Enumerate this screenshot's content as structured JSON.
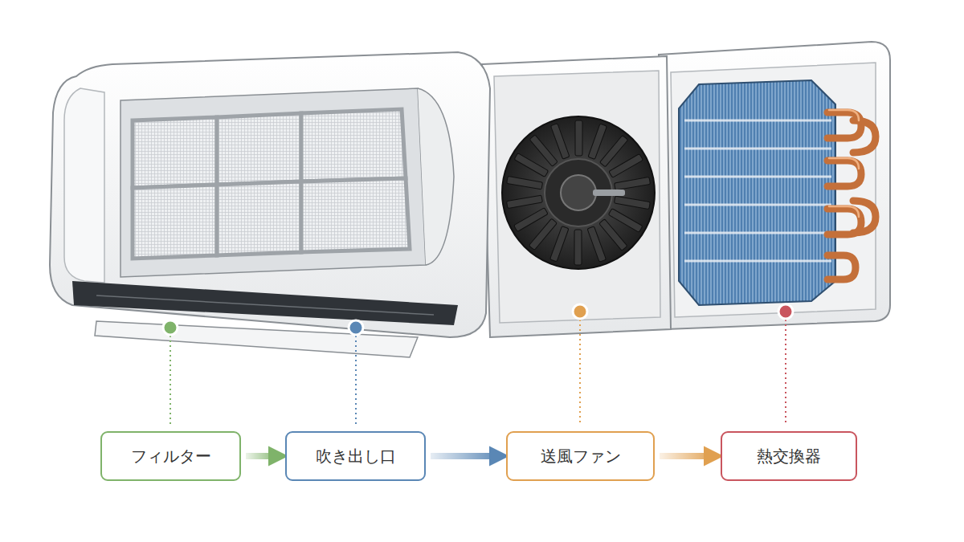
{
  "diagram": {
    "nodes": [
      {
        "text": [
          "フィルター"
        ]
      },
      {
        "text": [
          "吹き出し口"
        ]
      },
      {
        "text": [
          "送風ファン"
        ]
      },
      {
        "text": [
          "熱交換器"
        ]
      }
    ],
    "edges": [
      {
        "from": 0,
        "to": 1,
        "arrow": "to"
      },
      {
        "from": 1,
        "to": 2,
        "arrow": "to"
      },
      {
        "from": 2,
        "to": 3,
        "arrow": "to"
      }
    ]
  }
}
